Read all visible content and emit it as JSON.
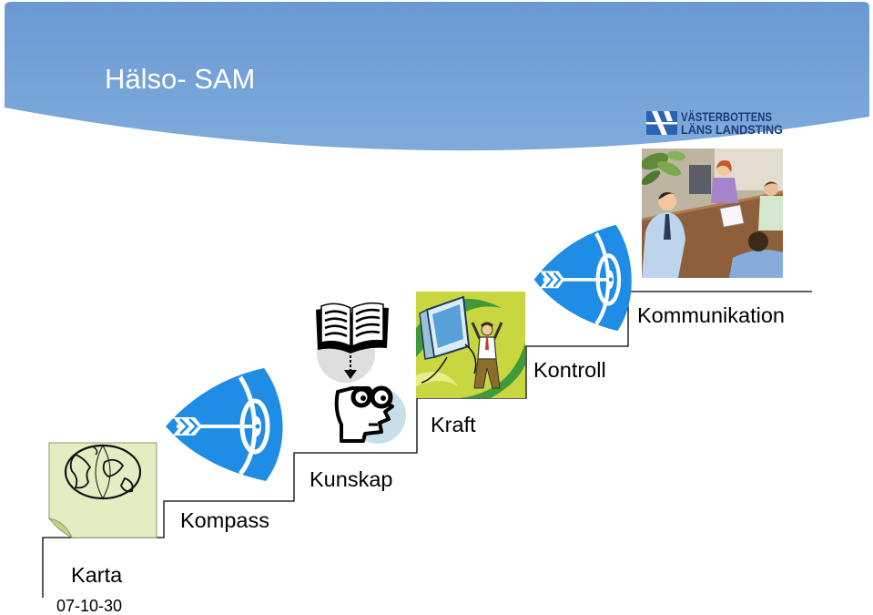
{
  "slide": {
    "title": "Hälso- SAM",
    "date": "07-10-30"
  },
  "logo": {
    "line1": "VÄSTERBOTTENS",
    "line2": "LÄNS LANDSTING"
  },
  "steps": [
    {
      "label": "Karta",
      "icon": "map-icon"
    },
    {
      "label": "Kompass",
      "icon": "target-arrow-icon"
    },
    {
      "label": "Kunskap",
      "icon": "book-head-icon"
    },
    {
      "label": "Kraft",
      "icon": "computer-person-icon"
    },
    {
      "label": "Kontroll",
      "icon": "target-arrow-icon"
    },
    {
      "label": "Kommunikation",
      "icon": "meeting-illustration"
    }
  ],
  "colors": {
    "header_blue": "#72a2d6",
    "title_text": "#ffffff",
    "logo_blue": "#2a63b5",
    "logo_text": "#1d3a78",
    "target_blue": "#1f8de6",
    "step_line": "#000000"
  }
}
